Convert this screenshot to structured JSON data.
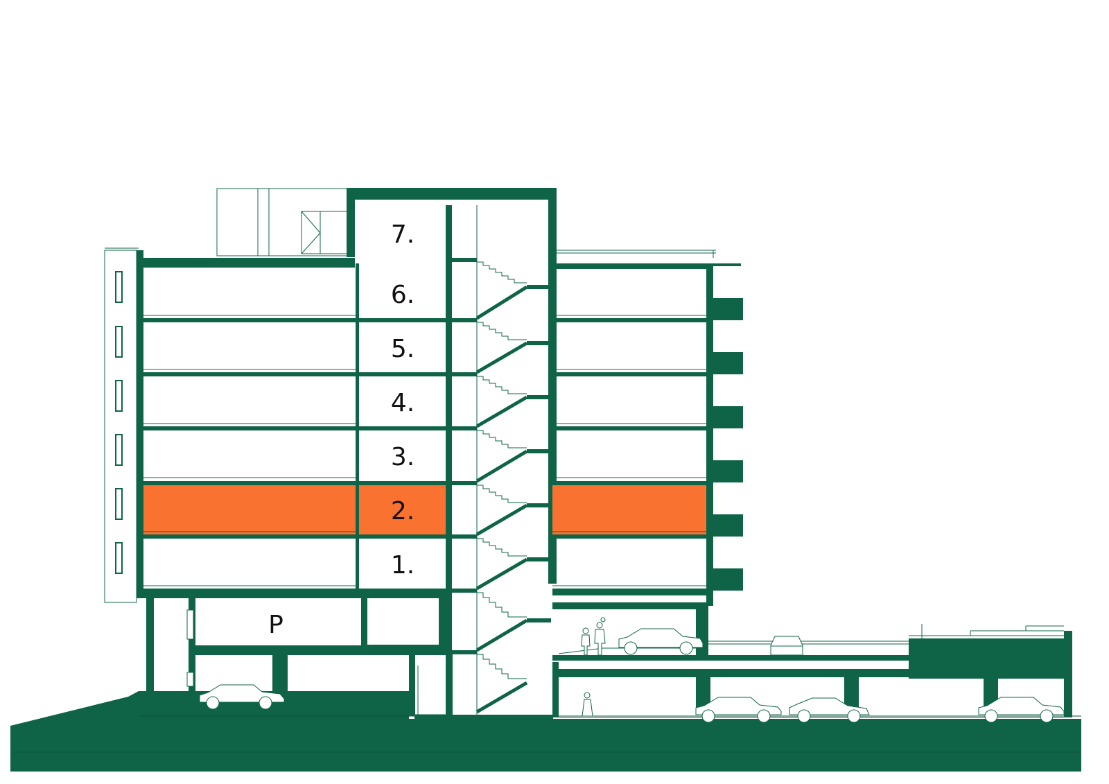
{
  "colors": {
    "structure": "#0f6448",
    "highlight": "#fa7230",
    "thin_line": "#0f6448",
    "fill": "#ffffff"
  },
  "floors": {
    "f7": "7.",
    "f6": "6.",
    "f5": "5.",
    "f4": "4.",
    "f3": "3.",
    "f2": "2.",
    "f1": "1.",
    "parking": "P"
  },
  "highlighted_floor": "2."
}
